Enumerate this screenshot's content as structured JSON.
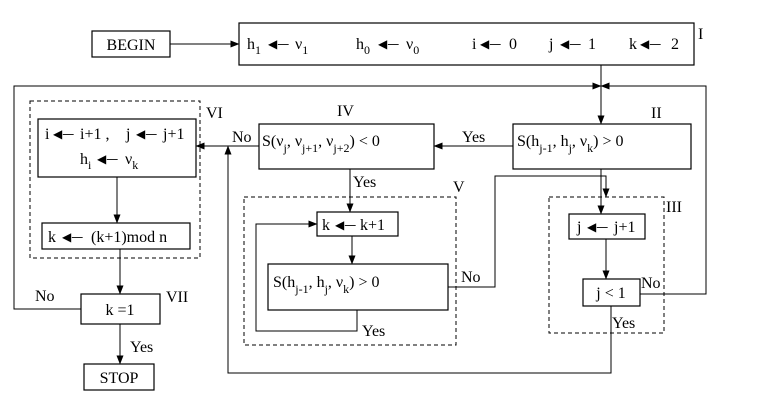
{
  "nodes": {
    "begin": "BEGIN",
    "init": {
      "h1": "h",
      "h1_sub": "1",
      "v1": "ν",
      "v1_sub": "1",
      "h0": "h",
      "h0_sub": "0",
      "v0": "ν",
      "v0_sub": "0",
      "i_var": "i",
      "i_val": "0",
      "j_var": "j",
      "j_val": "1",
      "k_var": "k",
      "k_val": "2"
    },
    "step2": {
      "prefix": "S(h",
      "sub1": "j-1",
      "mid": ", h",
      "sub2": "j",
      "mid2": ", ν",
      "sub3": "k",
      "suffix": ") > 0"
    },
    "step3_update": {
      "var": "j",
      "expr": "j+1"
    },
    "step3_test": "j < 1",
    "step4": {
      "prefix": "S(ν",
      "sub1": "j",
      "mid": ", ν",
      "sub2": "j+1",
      "mid2": ", ν",
      "sub3": "j+2",
      "suffix": ") < 0"
    },
    "step5_update": {
      "var": "k",
      "expr": "k+1"
    },
    "step5_test": {
      "prefix": "S(h",
      "sub1": "j-1",
      "mid": ", h",
      "sub2": "j",
      "mid2": ", ν",
      "sub3": "k",
      "suffix": ") > 0"
    },
    "step6_update": {
      "i_var": "i",
      "i_expr": "i+1 ,",
      "j_var": "j",
      "j_expr": "j+1",
      "h": "h",
      "h_sub": "i",
      "v": "ν",
      "v_sub": "k"
    },
    "step6_mod": {
      "var": "k",
      "expr": "(k+1)mod n"
    },
    "step7": "k =1",
    "stop": "STOP"
  },
  "section_labels": [
    "I",
    "II",
    "III",
    "IV",
    "V",
    "VI",
    "VII"
  ],
  "edge_labels": {
    "yes_2_4": "Yes",
    "no_4_6": "No",
    "yes_4_5": "Yes",
    "no_5": "No",
    "yes_5_loop": "Yes",
    "no_3": "No",
    "yes_3": "Yes",
    "no_7": "No",
    "yes_7": "Yes"
  }
}
